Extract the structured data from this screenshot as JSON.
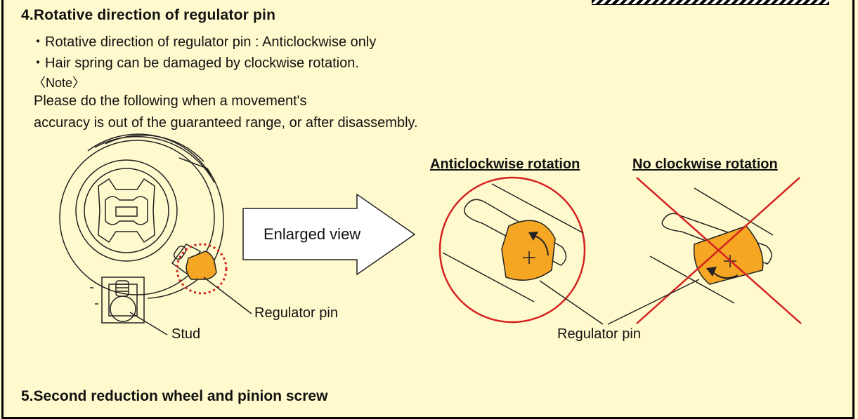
{
  "section4": {
    "title": "4.Rotative direction of regulator pin",
    "bullets": [
      "・Rotative direction of regulator pin : Anticlockwise only",
      "・Hair spring can be damaged by clockwise rotation."
    ],
    "note_label": "〈Note〉",
    "note_lines": [
      "Please do the following when a movement's",
      "accuracy is out of the guaranteed range, or after disassembly."
    ]
  },
  "figure": {
    "enlarged_view": "Enlarged view",
    "stud_label": "Stud",
    "regulator_pin_label": "Regulator pin",
    "anticlockwise_heading": "Anticlockwise rotation",
    "no_clockwise_heading": "No clockwise rotation",
    "regulator_pin_label_2": "Regulator pin",
    "colors": {
      "pin": "#f5a623",
      "red": "#d42020",
      "ink": "#222222"
    }
  },
  "section5": {
    "title": "5.Second reduction wheel and pinion screw"
  }
}
